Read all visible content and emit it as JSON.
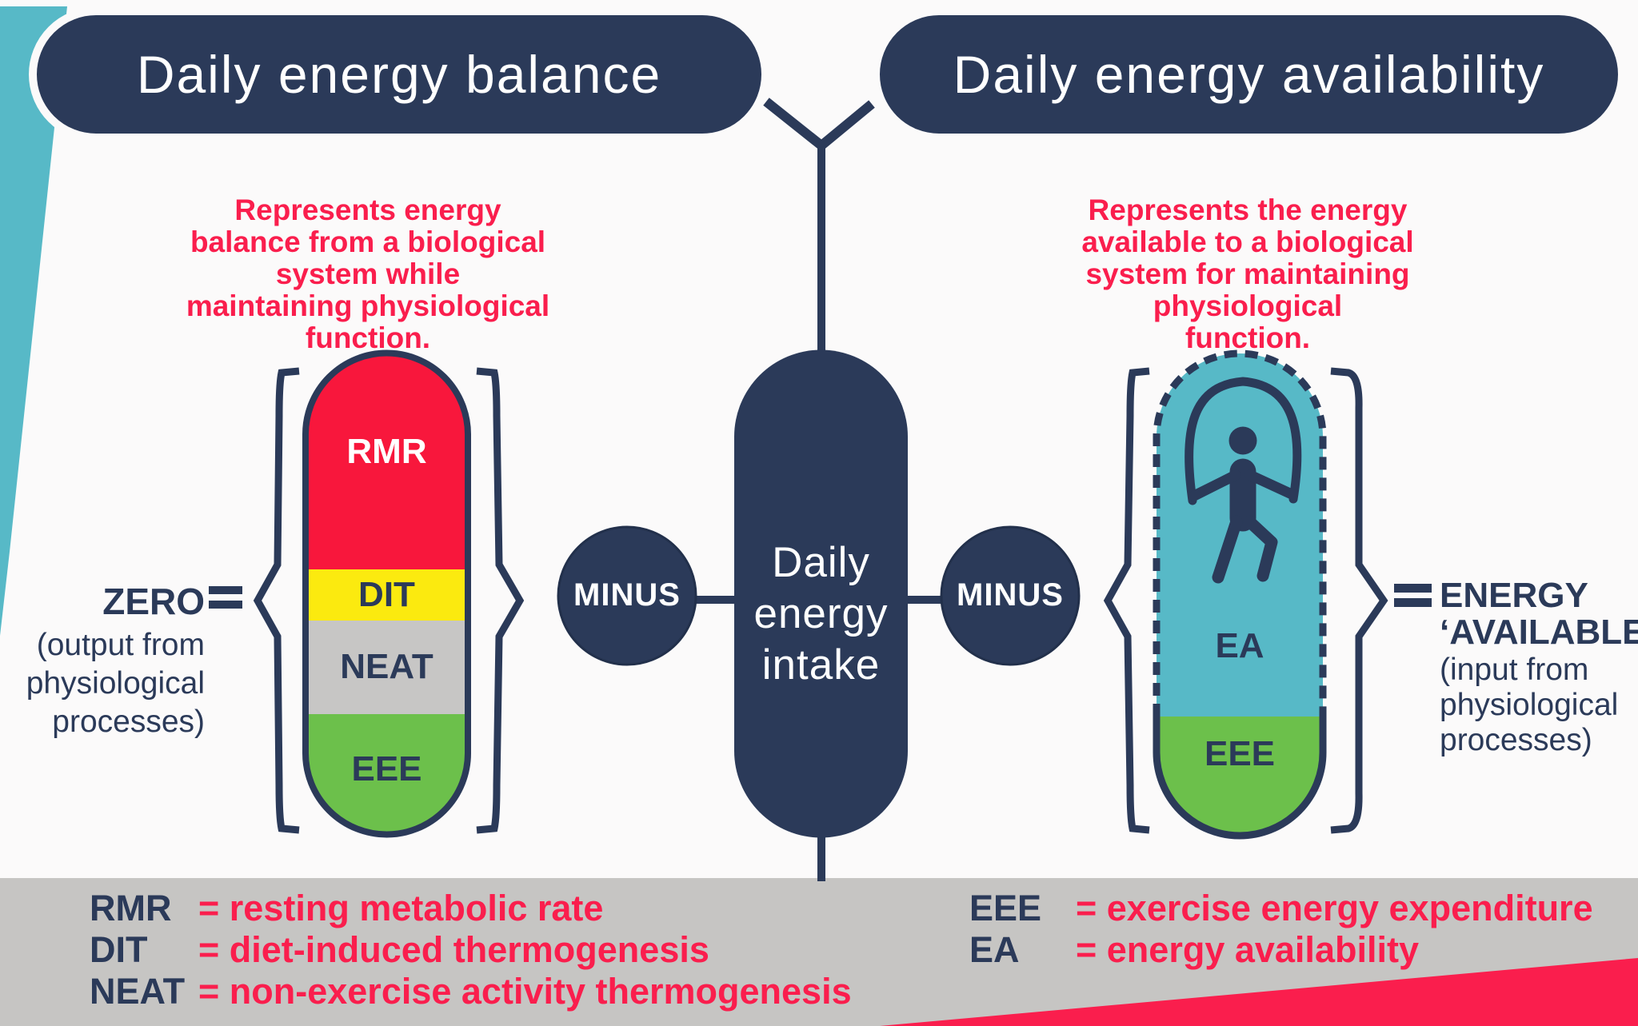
{
  "colors": {
    "navy": "#2B3A59",
    "accent_red": "#FA1E4D",
    "rmr_red": "#F8173C",
    "dit_yellow": "#FBEA0F",
    "neat_gray": "#C7C6C5",
    "eee_green": "#6CC04B",
    "ea_teal": "#57B9C7",
    "legend_bar_gray": "#C6C5C3",
    "background": "#FBFAFA"
  },
  "headers": {
    "left": "Daily energy balance",
    "right": "Daily energy availability"
  },
  "descriptions": {
    "left_lines": [
      "Represents energy",
      "balance from a biological",
      "system while",
      "maintaining physiological",
      "function."
    ],
    "right_lines": [
      "Represents the energy",
      "available to a biological",
      "system for maintaining",
      "physiological",
      "function."
    ]
  },
  "left_capsule": {
    "segments": [
      {
        "label": "RMR",
        "color": "#F8173C"
      },
      {
        "label": "DIT",
        "color": "#FBEA0F"
      },
      {
        "label": "NEAT",
        "color": "#C7C6C5"
      },
      {
        "label": "EEE",
        "color": "#6CC04B"
      }
    ]
  },
  "left_annotation": {
    "term": "ZERO",
    "equals": "=",
    "lines": [
      "(output from",
      "physiological",
      "processes)"
    ]
  },
  "center": {
    "minus_left": "MINUS",
    "minus_right": "MINUS",
    "intake_lines": [
      "Daily",
      "energy",
      "intake"
    ]
  },
  "right_capsule": {
    "ea_label": "EA",
    "eee_label": "EEE",
    "icon": "jump-rope-figure"
  },
  "right_annotation": {
    "equals": "=",
    "term_lines": [
      "ENERGY",
      "‘AVAILABLE’"
    ],
    "lines": [
      "(input from",
      "physiological",
      "processes)"
    ]
  },
  "legend": {
    "left": [
      {
        "abbr": "RMR",
        "definition": "= resting metabolic rate"
      },
      {
        "abbr": "DIT",
        "definition": "= diet-induced thermogenesis"
      },
      {
        "abbr": "NEAT",
        "definition": "= non-exercise activity thermogenesis"
      }
    ],
    "right": [
      {
        "abbr": "EEE",
        "definition": "= exercise energy expenditure"
      },
      {
        "abbr": "EA",
        "definition": "= energy availability"
      }
    ]
  }
}
